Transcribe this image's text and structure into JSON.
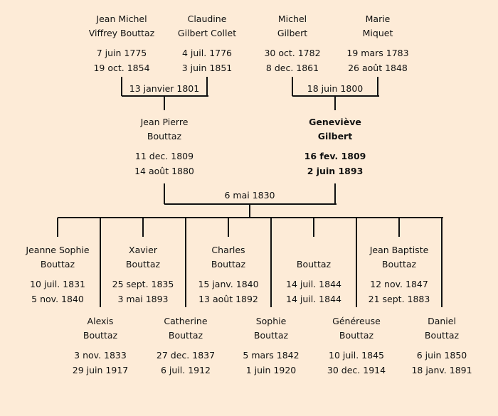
{
  "grandparents": [
    {
      "first": "Jean Michel",
      "last": "Viffrey Bouttaz",
      "birth": "7 juin 1775",
      "death": "19 oct. 1854"
    },
    {
      "first": "Claudine",
      "last": "Gilbert Collet",
      "birth": "4 juil. 1776",
      "death": "3 juin 1851"
    },
    {
      "first": "Michel",
      "last": "Gilbert",
      "birth": "30 oct. 1782",
      "death": "8 dec. 1861"
    },
    {
      "first": "Marie",
      "last": "Miquet",
      "birth": "19 mars 1783",
      "death": "26 août 1848"
    }
  ],
  "marriages": {
    "left": "13 janvier 1801",
    "right": "18 juin 1800",
    "parents": "6 mai 1830"
  },
  "parents": [
    {
      "first": "Jean Pierre",
      "last": "Bouttaz",
      "birth": "11 dec. 1809",
      "death": "14 août 1880",
      "highlight": false
    },
    {
      "first": "Geneviève",
      "last": "Gilbert",
      "birth": "16 fev. 1809",
      "death": "2 juin 1893",
      "highlight": true
    }
  ],
  "children": [
    {
      "first": "Jeanne Sophie",
      "last": "Bouttaz",
      "birth": "10 juil. 1831",
      "death": "5 nov. 1840"
    },
    {
      "first": "Alexis",
      "last": "Bouttaz",
      "birth": "3 nov. 1833",
      "death": "29 juin 1917"
    },
    {
      "first": "Xavier",
      "last": "Bouttaz",
      "birth": "25 sept. 1835",
      "death": "3 mai 1893"
    },
    {
      "first": "Catherine",
      "last": "Bouttaz",
      "birth": "27 dec. 1837",
      "death": "6 juil. 1912"
    },
    {
      "first": "Charles",
      "last": "Bouttaz",
      "birth": "15 janv. 1840",
      "death": "13 août 1892"
    },
    {
      "first": "Sophie",
      "last": "Bouttaz",
      "birth": "5 mars 1842",
      "death": "1 juin 1920"
    },
    {
      "first": "",
      "last": "Bouttaz",
      "birth": "14 juil. 1844",
      "death": "14 juil. 1844"
    },
    {
      "first": "Généreuse",
      "last": "Bouttaz",
      "birth": "10 juil. 1845",
      "death": "30 dec. 1914"
    },
    {
      "first": "Jean Baptiste",
      "last": "Bouttaz",
      "birth": "12 nov. 1847",
      "death": "21 sept. 1883"
    },
    {
      "first": "Daniel",
      "last": "Bouttaz",
      "birth": "6 juin 1850",
      "death": "18 janv. 1891"
    }
  ]
}
